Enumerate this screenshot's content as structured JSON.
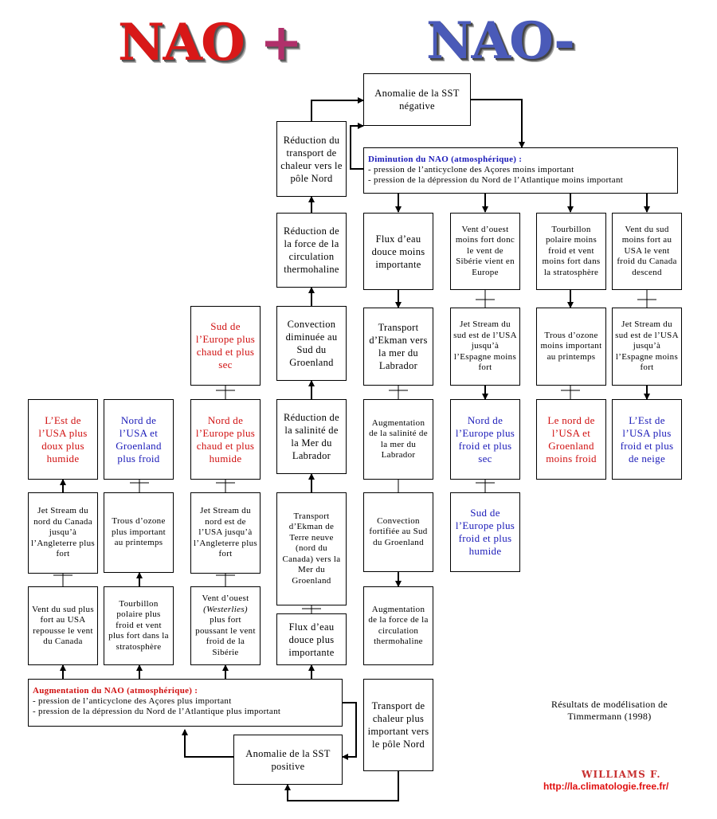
{
  "titles": {
    "nao_plus": {
      "text": "NAO",
      "sign": "+"
    },
    "nao_minus": {
      "text": "NAO",
      "sign": "-"
    }
  },
  "nao_minus": {
    "sst_anomaly": "Anomalie de la SST négative",
    "heat_transport_reduction": "Réduction du transport de chaleur vers le pôle Nord",
    "nao_decrease": {
      "heading": "Diminution du NAO (atmosphérique) :",
      "lines": [
        "- pression de l’anticyclone des Açores moins important",
        "- pression de la dépression du Nord de l’Atlantique moins important"
      ]
    },
    "thermohaline_reduction": "Réduction de la force de la circulation thermohaline",
    "convection_reduced": "Convection diminuée au Sud du Groenland",
    "salinity_reduction": "Réduction de la salinité de la Mer du Labrador",
    "ekman_newfoundland": "Transport d’Ekman de Terre neuve (nord du Canada) vers la Mer du Groenland",
    "freshwater_more": "Flux d’eau douce plus importante",
    "south_europe_warmer_drier": "Sud de l’Europe plus chaud et plus sec",
    "freshwater_less": "Flux d’eau douce moins importante",
    "ekman_labrador": "Transport d’Ekman vers la mer du Labrador",
    "salinity_increase": "Augmentation de la salinité de la mer du Labrador",
    "convection_strengthened": "Convection fortifiée au Sud du Groenland",
    "thermohaline_increase": "Augmentation de la force de la circulation thermohaline",
    "heat_transport_more": "Transport de chaleur plus important vers le pôle Nord",
    "west_wind_weaker": "Vent d’ouest moins fort donc le vent de Sibérie vient en Europe",
    "jetstream_se_usa_spain_1": "Jet Stream du sud est de l’USA jusqu’à l’Espagne moins fort",
    "north_europe_colder_drier": "Nord de l’Europe plus froid et plus sec",
    "south_europe_colder_wetter": "Sud de l’Europe plus froid et plus humide",
    "polar_vortex_weaker": "Tourbillon polaire moins froid et vent moins fort dans la stratosphère",
    "ozone_holes_less": "Trous d’ozone moins important au printemps",
    "north_usa_greenland_less_cold": "Le nord de l’USA et Groenland moins froid",
    "south_wind_weaker": "Vent du sud moins fort au USA le vent froid du Canada descend",
    "jetstream_se_usa_spain_2": "Jet Stream du sud est de l’USA jusqu’à l’Espagne moins fort",
    "east_usa_colder_snow": "L’Est de l’USA plus froid et plus de neige"
  },
  "nao_plus": {
    "east_usa_milder_wetter": "L’Est de l’USA plus doux plus humide",
    "jetstream_north_canada_england": "Jet Stream du nord du Canada jusqu’à l’Angleterre plus fort",
    "south_wind_stronger": "Vent du sud plus fort au USA repousse le vent du Canada",
    "north_usa_greenland_colder": "Nord de l’USA et Groenland plus froid",
    "ozone_holes_more": "Trous d’ozone plus important au printemps",
    "polar_vortex_stronger": "Tourbillon polaire plus froid et vent plus fort dans la stratosphère",
    "north_europe_warmer_wetter": "Nord de l’Europe plus chaud et plus humide",
    "jetstream_ne_usa_england": "Jet Stream du nord est de l’USA jusqu’à l’Angleterre plus fort",
    "westerlies_stronger": {
      "before": "Vent d’ouest",
      "italic": "(Westerlies)",
      "after": "plus fort poussant le vent froid de la Sibérie"
    },
    "nao_increase": {
      "heading": "Augmentation du NAO (atmosphérique) :",
      "lines": [
        "- pression de l’anticyclone des Açores plus important",
        "- pression de la dépression du Nord de l’Atlantique plus important"
      ]
    },
    "sst_anomaly": "Anomalie de la SST positive"
  },
  "footer": {
    "results_note": "Résultats de modélisation de Timmermann (1998)",
    "signature": "WILLIAMS F.",
    "url": "http://la.climatologie.free.fr/"
  },
  "colors": {
    "warm_text": "#d01010",
    "cold_text": "#1a1ab8",
    "nao_plus_title": "#d81818",
    "nao_minus_title": "#4a5ab8"
  }
}
